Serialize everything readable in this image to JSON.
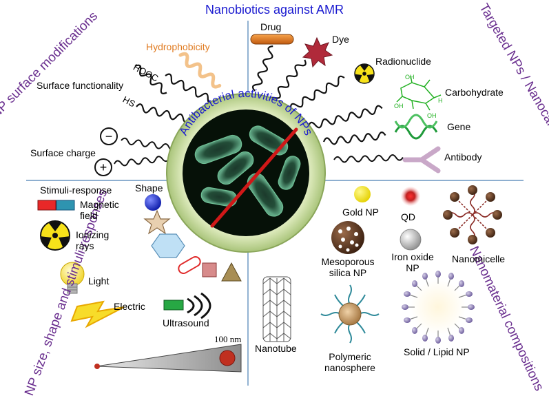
{
  "title": "Nanobiotics against AMR",
  "center_label": "Antibacterial activities of NPs",
  "quadrants": {
    "top_left": "NP surface modifications",
    "top_right": "Targeted NPs / Nanocarriers",
    "bottom_left": "NP size, shape and stimuli-responses",
    "bottom_right": "Nanomaterial compositions"
  },
  "surface": {
    "hydrophobicity": "Hydrophobicity",
    "functionality": "Surface functionality",
    "hooc": "HOOC",
    "hs": "HS",
    "charge": "Surface charge",
    "minus": "−",
    "plus": "+"
  },
  "targeted": {
    "drug": "Drug",
    "dye": "Dye",
    "radionuclide": "Radionuclide",
    "carbohydrate": "Carbohydrate",
    "gene": "Gene",
    "antibody": "Antibody",
    "oh": "OH",
    "h": "H"
  },
  "stimuli": {
    "heading": "Stimuli-response",
    "magnetic": "Magnetic field",
    "ionizing": "Ionizing rays",
    "light": "Light",
    "electric": "Electric",
    "ultrasound": "Ultrasound",
    "shape": "Shape",
    "scale": "100 nm"
  },
  "compositions": {
    "gold": "Gold NP",
    "qd": "QD",
    "nanomicelle": "Nanomicelle",
    "mesoporous": "Mesoporous silica NP",
    "iron": "Iron oxide NP",
    "nanotube": "Nanotube",
    "polymeric": "Polymeric nanosphere",
    "lipid": "Solid / Lipid NP"
  },
  "colors": {
    "title": "#1a1ad0",
    "quadrant_text": "#6a2f8f",
    "divider": "#4a7fb5",
    "hydrophobicity": "#e07a1f",
    "carbohydrate": "#22b022",
    "gene": "#1f9a3a",
    "bacteria_ring": "#cfe3a8",
    "slash": "#d01818"
  }
}
